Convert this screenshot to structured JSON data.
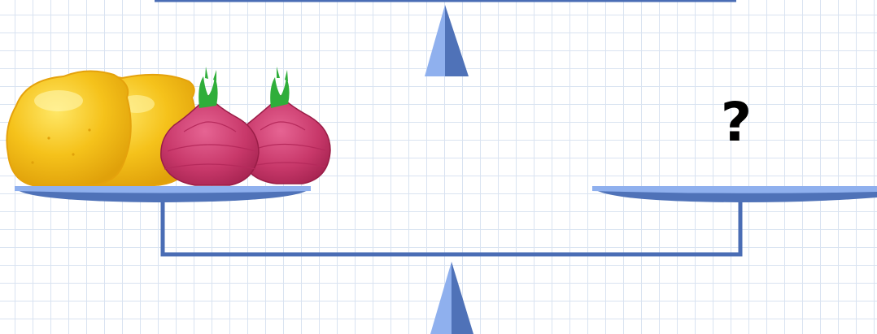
{
  "right_pan": {
    "unknown_label": "?"
  },
  "left_pan": {
    "items": [
      "lemon",
      "lemon",
      "onion",
      "onion"
    ]
  },
  "colors": {
    "beam": "#4a6db5",
    "pan_light": "#8fb0ee",
    "pan_dark": "#4f72b8",
    "fulcrum_light": "#8fb0ee",
    "fulcrum_dark": "#4f72b8",
    "lemon": "#f5c21b",
    "onion": "#c8386a",
    "sprout": "#2fae3a",
    "grid": "#d9e3f1"
  }
}
